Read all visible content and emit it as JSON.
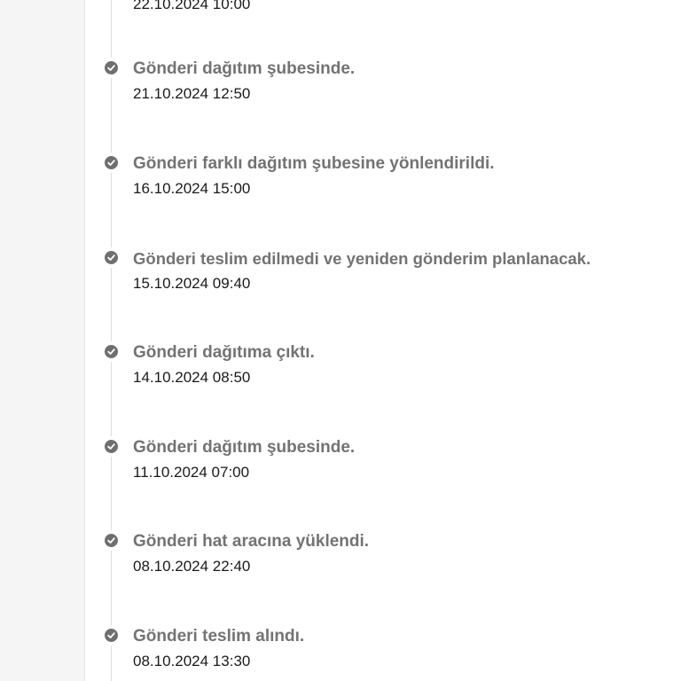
{
  "colors": {
    "title": "#737373",
    "time": "#1a1a1a",
    "icon": "#6f6f6f",
    "line": "#dedede",
    "sidebar": "#f5f5f5"
  },
  "icons": {
    "status": "check-circle-icon"
  },
  "timeline": {
    "events": [
      {
        "title": "",
        "time": "22.10.2024 10:00"
      },
      {
        "title": "Gönderi dağıtım şubesinde.",
        "time": "21.10.2024 12:50"
      },
      {
        "title": "Gönderi farklı dağıtım şubesine yönlendirildi.",
        "time": "16.10.2024 15:00"
      },
      {
        "title": "Gönderi teslim edilmedi ve yeniden gönderim planlanacak.",
        "time": "15.10.2024 09:40"
      },
      {
        "title": "Gönderi dağıtıma çıktı.",
        "time": "14.10.2024 08:50"
      },
      {
        "title": "Gönderi dağıtım şubesinde.",
        "time": "11.10.2024 07:00"
      },
      {
        "title": "Gönderi hat aracına yüklendi.",
        "time": "08.10.2024 22:40"
      },
      {
        "title": "Gönderi teslim alındı.",
        "time": "08.10.2024 13:30"
      }
    ]
  }
}
